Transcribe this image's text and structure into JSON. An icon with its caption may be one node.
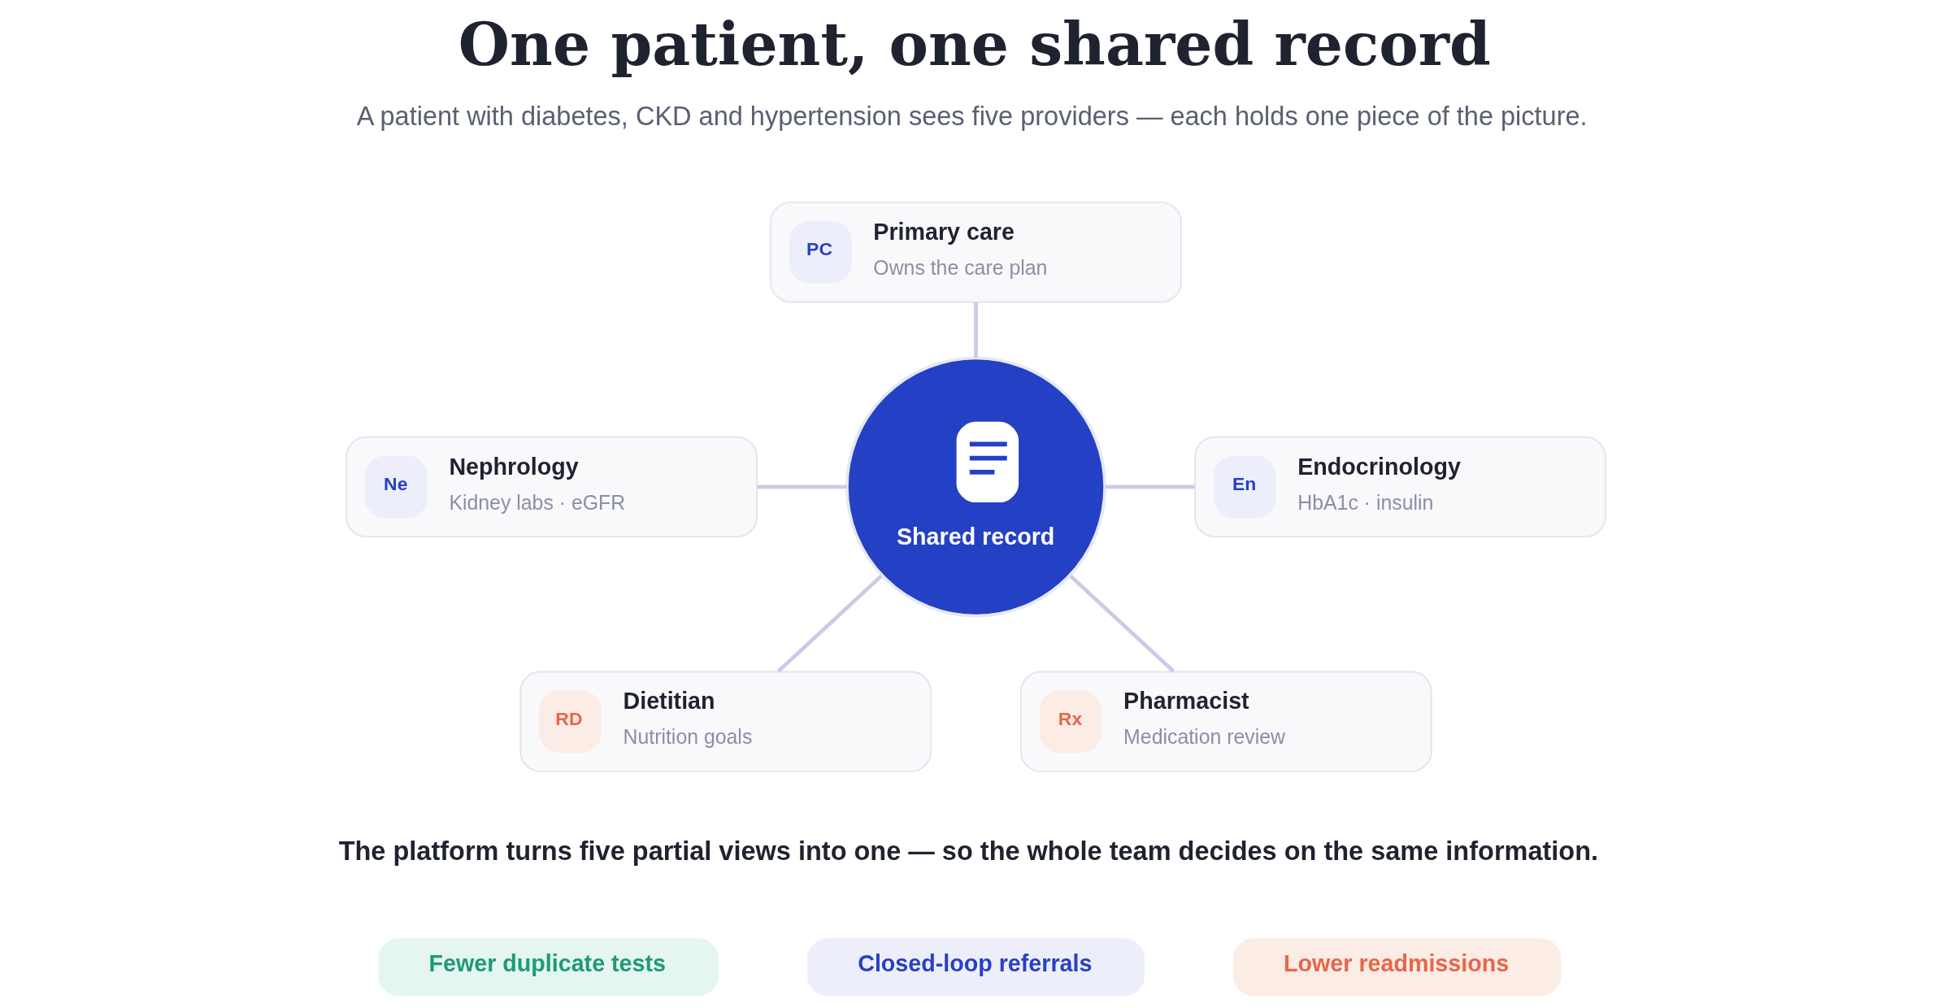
{
  "diagram": {
    "title": "One patient, one shared record",
    "nodes": [
      {
        "text": [
          "PC",
          "Primary care",
          "Owns the care plan"
        ]
      },
      {
        "text": [
          "Ne",
          "Nephrology",
          "Kidney labs · eGFR"
        ]
      },
      {
        "text": [
          "Shared record"
        ]
      },
      {
        "text": [
          "En",
          "Endocrinology",
          "HbA1c · insulin"
        ]
      },
      {
        "text": [
          "RD",
          "Dietitian",
          "Nutrition goals"
        ]
      },
      {
        "text": [
          "Rx",
          "Pharmacist",
          "Medication review"
        ]
      },
      {
        "text": [
          "Fewer duplicate tests"
        ]
      },
      {
        "text": [
          "Closed-loop referrals"
        ]
      },
      {
        "text": [
          "Lower readmissions"
        ]
      }
    ],
    "edges": [
      {
        "from": 2,
        "to": 0,
        "arrow": "none"
      },
      {
        "from": 2,
        "to": 1,
        "arrow": "none"
      },
      {
        "from": 2,
        "to": 3,
        "arrow": "none"
      },
      {
        "from": 2,
        "to": 4,
        "arrow": "none"
      },
      {
        "from": 2,
        "to": 5,
        "arrow": "none"
      }
    ],
    "labels": [
      "A patient with diabetes, CKD and hypertension sees five providers — each holds one piece of the picture.",
      "The platform turns five partial views into one — so the whole team decides on the same information."
    ]
  }
}
